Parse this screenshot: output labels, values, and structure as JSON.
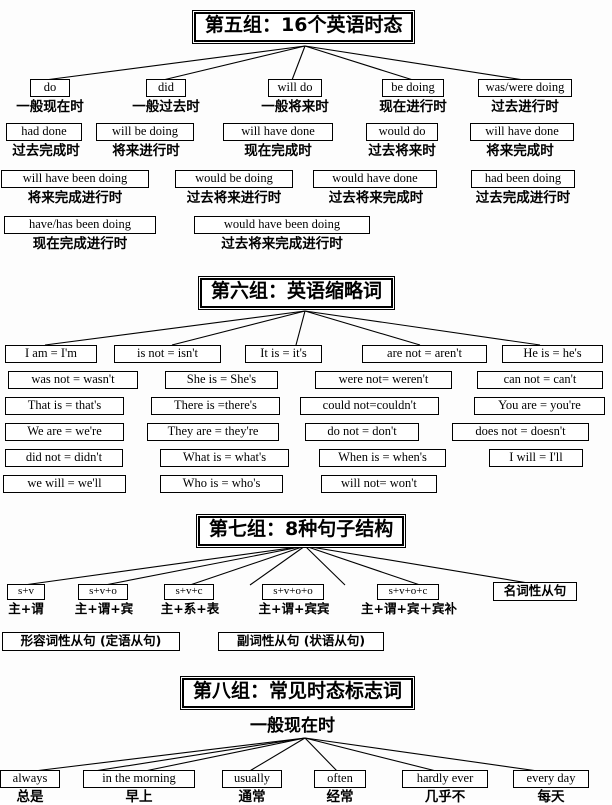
{
  "sections": [
    {
      "id": "group5",
      "title": "第五组：16个英语时态",
      "rows": [
        {
          "items": [
            {
              "en": "do",
              "cn": "一般现在时"
            },
            {
              "en": "did",
              "cn": "一般过去时"
            },
            {
              "en": "will do",
              "cn": "一般将来时"
            },
            {
              "en": "be doing",
              "cn": "现在进行时"
            },
            {
              "en": "was/were doing",
              "cn": "过去进行时"
            }
          ]
        },
        {
          "items": [
            {
              "en": "had done",
              "cn": "过去完成时"
            },
            {
              "en": "will be doing",
              "cn": "将来进行时"
            },
            {
              "en": "will have done",
              "cn": "现在完成时"
            },
            {
              "en": "would do",
              "cn": "过去将来时"
            },
            {
              "en": "will have done",
              "cn": "将来完成时"
            }
          ]
        },
        {
          "items": [
            {
              "en": "will have been doing",
              "cn": "将来完成进行时"
            },
            {
              "en": "would be doing",
              "cn": "过去将来进行时"
            },
            {
              "en": "would have done",
              "cn": "过去将来完成时"
            },
            {
              "en": "had been doing",
              "cn": "过去完成进行时"
            }
          ]
        },
        {
          "items": [
            {
              "en": "have/has been doing",
              "cn": "现在完成进行时"
            },
            {
              "en": "would have been doing",
              "cn": "过去将来完成进行时"
            }
          ]
        }
      ]
    },
    {
      "id": "group6",
      "title": "第六组：英语缩略词",
      "columns": [
        [
          "I am = I'm",
          "was not = wasn't",
          "That is = that's",
          "We are = we're",
          "did not = didn't",
          "we will  = we'll"
        ],
        [
          "is not  = isn't",
          "She is  = She's",
          "There is =there's",
          "They are = they're",
          "What is = what's",
          "Who is = who's"
        ],
        [
          "It is = it's",
          "were not= weren't",
          "could not=couldn't",
          "do not = don't",
          "When is = when's",
          "will not= won't"
        ],
        [
          "are not = aren't",
          "can not  = can't",
          "You are = you're",
          "does not = doesn't",
          "I will  = I'll"
        ],
        [
          "He is = he's"
        ]
      ]
    },
    {
      "id": "group7",
      "title": "第七组：8种句子结构",
      "patterns": [
        {
          "en": "s+v",
          "cn": "主+谓"
        },
        {
          "en": "s+v+o",
          "cn": "主+谓+宾"
        },
        {
          "en": "s+v+c",
          "cn": "主+系+表"
        },
        {
          "en": "s+v+o+o",
          "cn": "主+谓+宾宾"
        },
        {
          "en": "s+v+o+c",
          "cn": "主+谓+宾＋宾补"
        }
      ],
      "clauses": [
        "名词性从句",
        "形容词性从句 (定语从句)",
        "副词性从句 (状语从句)"
      ]
    },
    {
      "id": "group8",
      "title": "第八组：常见时态标志词",
      "subtitle": "一般现在时",
      "markers": [
        {
          "en": "always",
          "cn": "总是"
        },
        {
          "en": "in the morning",
          "cn": "早上"
        },
        {
          "en": "usually",
          "cn": "通常"
        },
        {
          "en": "often",
          "cn": "经常"
        },
        {
          "en": "hardly ever",
          "cn": "几乎不"
        },
        {
          "en": "every day",
          "cn": "每天"
        }
      ]
    }
  ]
}
